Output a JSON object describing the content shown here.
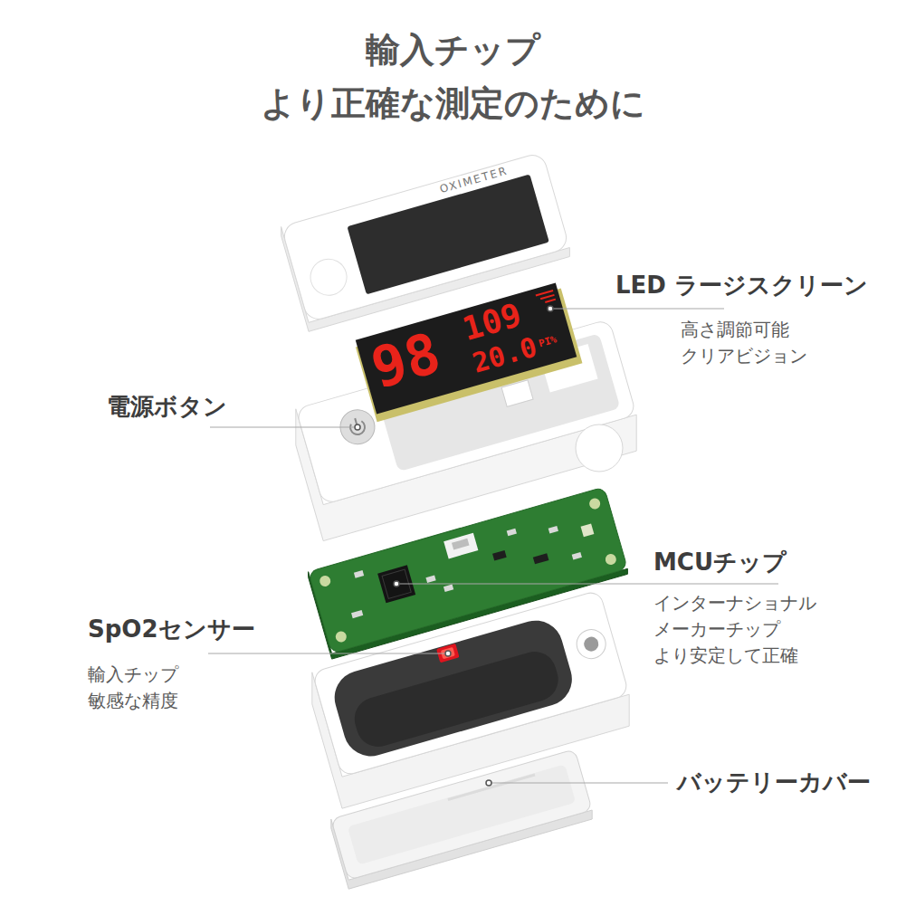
{
  "diagram": {
    "title": "輸入チップ より正確な測定のために",
    "labels": [
      "LED ラージスクリーン",
      "高さ調節可能 クリアビジョン",
      "電源ボタン",
      "MCUチップ",
      "インターナショナル メーカーチップ より安定して正確",
      "SpO2センサー",
      "輸入チップ 敏感な精度",
      "バッテリーカバー",
      "OXIMETER",
      "98",
      "109",
      "20.0",
      "PI%"
    ]
  }
}
